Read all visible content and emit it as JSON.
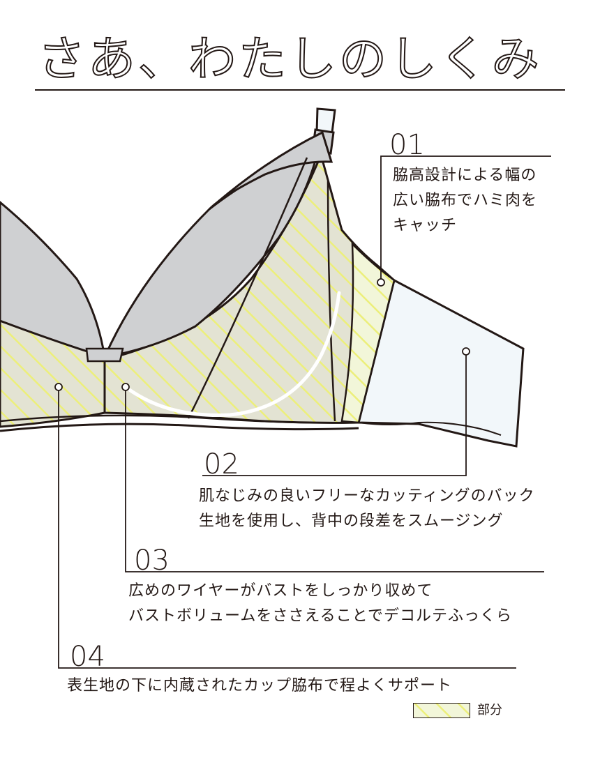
{
  "title": "さあ、わたしのしくみ",
  "callouts": [
    {
      "number": "01",
      "text": "脇高設計による幅の\n広い脇布でハミ肉を\nキャッチ"
    },
    {
      "number": "02",
      "text": "肌なじみの良いフリーなカッティングのバック\n生地を使用し、背中の段差をスムージング"
    },
    {
      "number": "03",
      "text": "広めのワイヤーがバストをしっかり収めて\nバストボリュームをささえることでデコルテふっくら"
    },
    {
      "number": "04",
      "text": "表生地の下に内蔵されたカップ脇布で程よくサポート"
    }
  ],
  "legend": {
    "label": "部分"
  },
  "colors": {
    "line": "#231815",
    "cup_gray": "#cfd0d2",
    "cup_lining": "#e3e3d3",
    "hatch_yellow": "#ecef7a",
    "side_panel": "#f2f6d9",
    "back_band": "#f2f7fa",
    "wire": "#ffffff"
  }
}
